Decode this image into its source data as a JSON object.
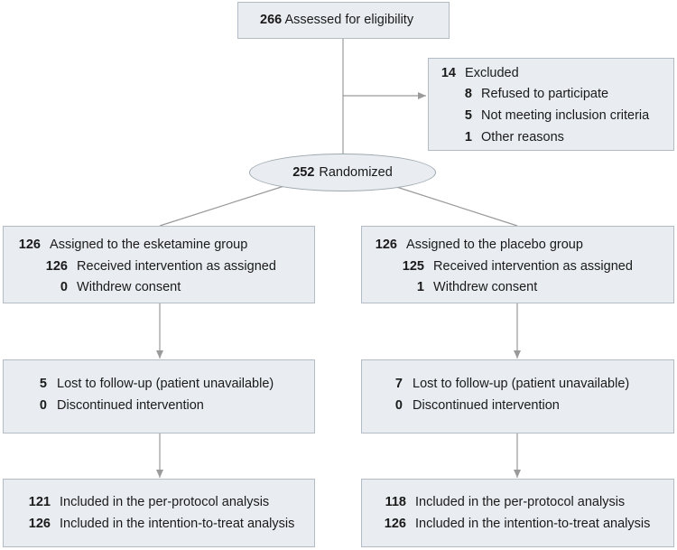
{
  "assessed": {
    "count": "266",
    "label": "Assessed for eligibility"
  },
  "excluded": {
    "count": "14",
    "label": "Excluded",
    "reasons": [
      {
        "count": "8",
        "label": "Refused to participate"
      },
      {
        "count": "5",
        "label": "Not meeting inclusion criteria"
      },
      {
        "count": "1",
        "label": "Other reasons"
      }
    ]
  },
  "randomized": {
    "count": "252",
    "label": "Randomized"
  },
  "left": {
    "allocation": {
      "count": "126",
      "label": "Assigned to the esketamine group",
      "items": [
        {
          "count": "126",
          "label": "Received intervention as assigned"
        },
        {
          "count": "0",
          "label": "Withdrew consent"
        }
      ]
    },
    "followup": [
      {
        "count": "5",
        "label": "Lost to follow-up (patient unavailable)"
      },
      {
        "count": "0",
        "label": "Discontinued intervention"
      }
    ],
    "analysis": [
      {
        "count": "121",
        "label": "Included in the per-protocol analysis"
      },
      {
        "count": "126",
        "label": "Included in the intention-to-treat analysis"
      }
    ]
  },
  "right": {
    "allocation": {
      "count": "126",
      "label": "Assigned to the placebo group",
      "items": [
        {
          "count": "125",
          "label": "Received intervention as assigned"
        },
        {
          "count": "1",
          "label": "Withdrew consent"
        }
      ]
    },
    "followup": [
      {
        "count": "7",
        "label": "Lost to follow-up (patient unavailable)"
      },
      {
        "count": "0",
        "label": "Discontinued intervention"
      }
    ],
    "analysis": [
      {
        "count": "118",
        "label": "Included in the per-protocol analysis"
      },
      {
        "count": "126",
        "label": "Included in the intention-to-treat analysis"
      }
    ]
  },
  "colors": {
    "box_fill": "#e9edf1",
    "box_border": "#b3bcc4",
    "arrow": "#9a9a9a"
  }
}
